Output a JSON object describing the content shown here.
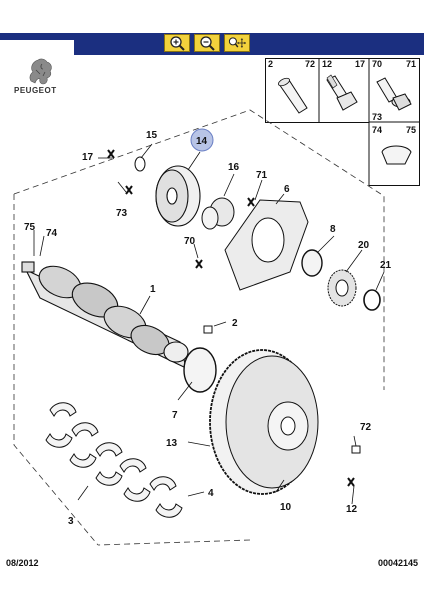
{
  "header": {
    "brand": "PEUGEOT",
    "tools": [
      {
        "name": "zoom-in"
      },
      {
        "name": "zoom-out"
      },
      {
        "name": "zoom-pan"
      }
    ]
  },
  "inset": {
    "labels": [
      "2",
      "72",
      "12",
      "17",
      "70",
      "71",
      "73",
      "74",
      "75"
    ]
  },
  "callouts": {
    "p1": "1",
    "p2": "2",
    "p3": "3",
    "p4": "4",
    "p6": "6",
    "p7": "7",
    "p8": "8",
    "p10": "10",
    "p12": "12",
    "p13": "13",
    "p14": "14",
    "p15": "15",
    "p16": "16",
    "p17": "17",
    "p20": "20",
    "p21": "21",
    "p70": "70",
    "p71": "71",
    "p72": "72",
    "p73": "73",
    "p74": "74",
    "p75": "75"
  },
  "footer": {
    "date": "08/2012",
    "ref": "00042145"
  }
}
